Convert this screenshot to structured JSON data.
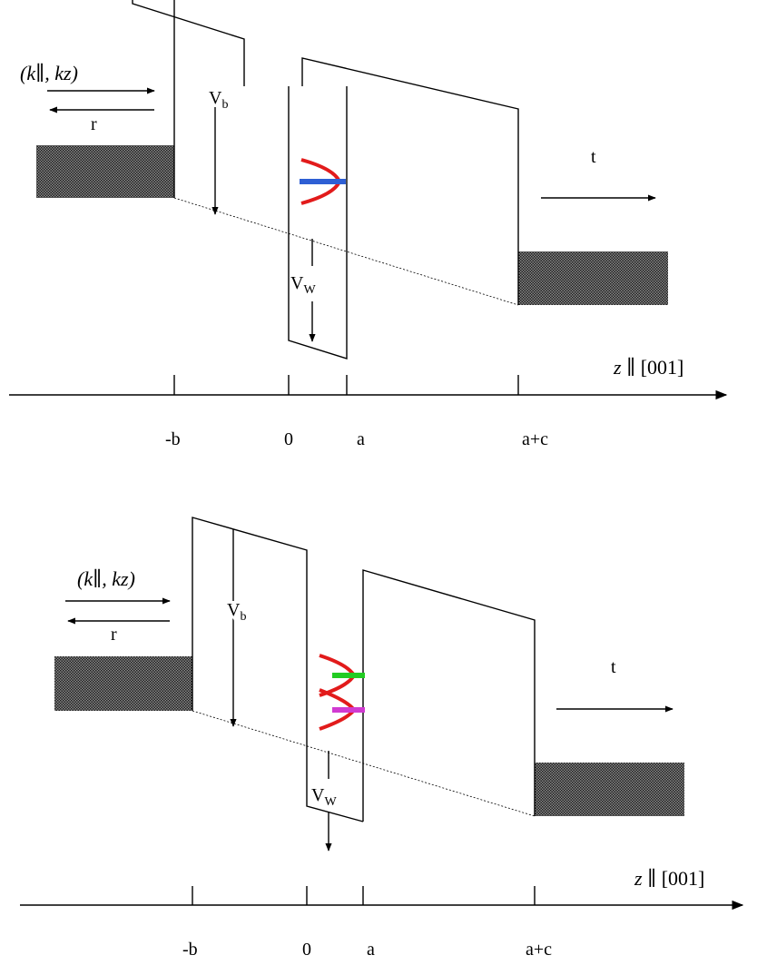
{
  "panel_top": {
    "wavevector_label": "(k∥, kz)",
    "reflected_label": "r",
    "transmitted_label": "t",
    "barrier_label_main": "V",
    "barrier_label_sub": "b",
    "well_label_main": "V",
    "well_label_sub": "W",
    "axis_label": "z ∥ [001]",
    "ticks": [
      "-b",
      "0",
      "a",
      "a+c"
    ],
    "level_colors": [
      "#2e5fd4"
    ],
    "parabola_color": "#e21b1b"
  },
  "panel_bottom": {
    "wavevector_label": "(k∥, kz)",
    "reflected_label": "r",
    "transmitted_label": "t",
    "barrier_label_main": "V",
    "barrier_label_sub": "b",
    "well_label_main": "V",
    "well_label_sub": "W",
    "axis_label": "z ∥ [001]",
    "ticks": [
      "-b",
      "0",
      "a",
      "a+c"
    ],
    "level_colors": [
      "#22cc22",
      "#d13ad1"
    ],
    "parabola_color": "#e21b1b"
  }
}
